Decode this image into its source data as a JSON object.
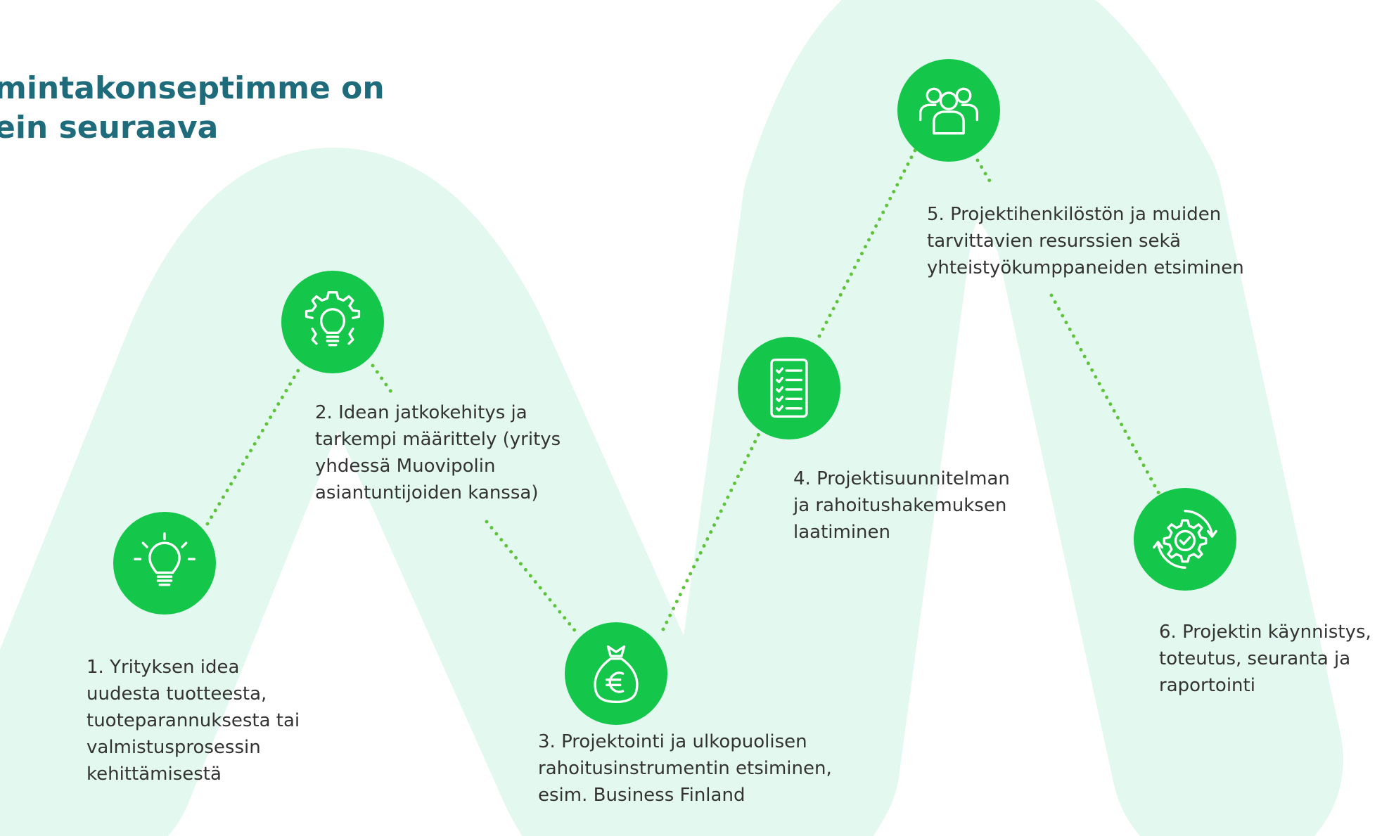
{
  "title": {
    "line1": "mintakonseptimme on",
    "line2": "ein seuraava"
  },
  "colors": {
    "band": "#e3f8ee",
    "circle": "#14c64a",
    "dots": "#5ec33a",
    "title": "#1e6b7b",
    "text": "#333333"
  },
  "steps": [
    {
      "icon": "lightbulb-idea-icon",
      "lines": [
        "1. Yrityksen idea",
        "uudesta tuotteesta,",
        "tuoteparannuksesta tai",
        "valmistusprosessin",
        "kehittämisestä"
      ]
    },
    {
      "icon": "gear-lightbulb-icon",
      "lines": [
        "2. Idean jatkokehitys ja",
        "tarkempi määrittely (yritys",
        "yhdessä Muovipolin",
        "asiantuntijoiden kanssa)"
      ]
    },
    {
      "icon": "money-bag-euro-icon",
      "lines": [
        "3. Projektointi ja ulkopuolisen",
        "rahoitusinstrumentin etsiminen,",
        "esim. Business Finland"
      ]
    },
    {
      "icon": "checklist-icon",
      "lines": [
        "4. Projektisuunnitelman",
        "ja rahoitushakemuksen",
        "laatiminen"
      ]
    },
    {
      "icon": "team-people-icon",
      "lines": [
        "5. Projektihenkilöstön ja muiden",
        "tarvittavien resurssien sekä",
        "yhteistyökumppaneiden etsiminen"
      ]
    },
    {
      "icon": "gear-check-cycle-icon",
      "lines": [
        "6. Projektin käynnistys,",
        "toteutus, seuranta ja",
        "raportointi"
      ]
    }
  ]
}
